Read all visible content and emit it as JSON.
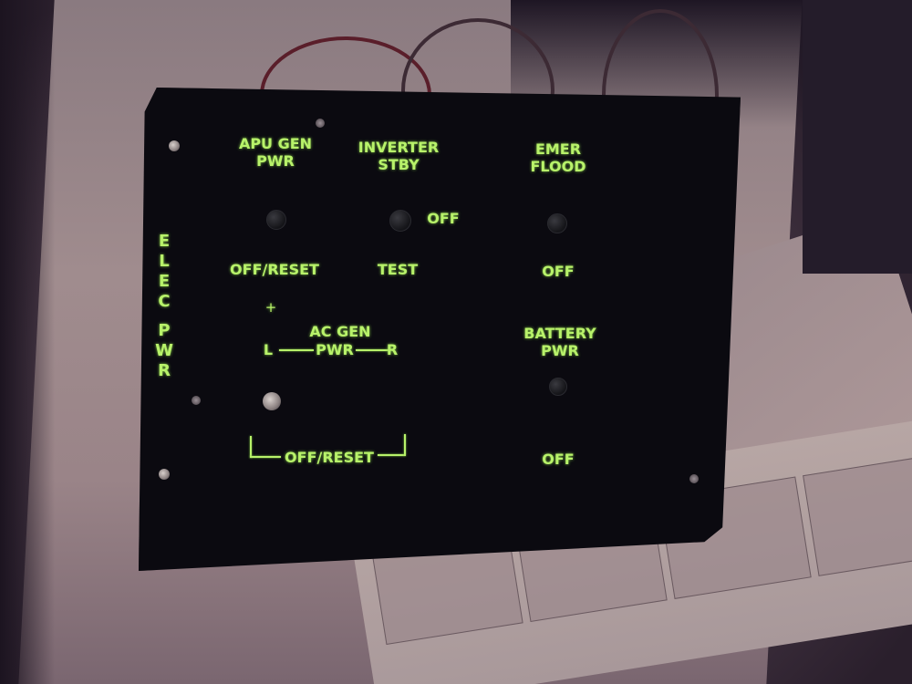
{
  "panel": {
    "side_label": [
      "E",
      "L",
      "E",
      "C",
      "",
      "P",
      "W",
      "R"
    ],
    "apu_gen": {
      "title_line1": "APU GEN",
      "title_line2": "PWR",
      "position": "OFF/RESET"
    },
    "inverter": {
      "title_line1": "INVERTER",
      "title_line2": "STBY",
      "position_top": "OFF",
      "position_bottom": "TEST"
    },
    "emer_flood": {
      "title_line1": "EMER",
      "title_line2": "FLOOD",
      "position": "OFF"
    },
    "ac_gen": {
      "title_line1": "AC GEN",
      "left": "L",
      "middle": "PWR",
      "right": "R",
      "position": "OFF/RESET",
      "crosshair": "+"
    },
    "battery": {
      "title_line1": "BATTERY",
      "title_line2": "PWR",
      "position": "OFF"
    }
  }
}
